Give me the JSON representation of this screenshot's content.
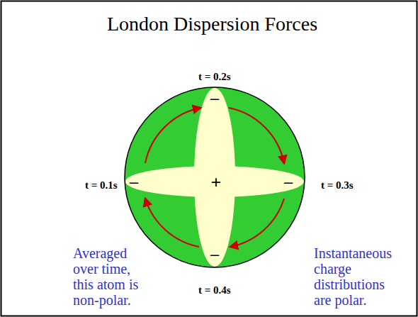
{
  "diagram": {
    "title": "London Dispersion Forces",
    "nodes": [
      {
        "text": [
          "–",
          "–",
          "+",
          "–",
          "–"
        ]
      }
    ],
    "labels": [
      "t = 0.2s",
      "t = 0.1s",
      "t = 0.3s",
      "t = 0.4s",
      "Averaged over time, this atom is non-polar.",
      "Instantaneous charge distributions are polar."
    ]
  }
}
